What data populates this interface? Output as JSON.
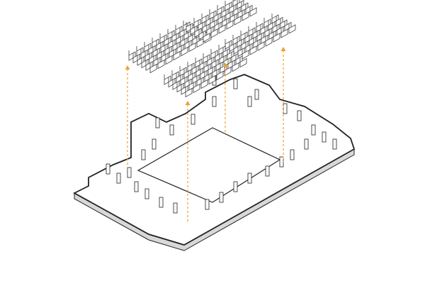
{
  "diagram": {
    "type": "exploded-axonometric",
    "colors": {
      "line": "#222222",
      "wall_fill": "#ffffff",
      "shadow": "#bdbdbd",
      "arrow": "#f0a030"
    },
    "seat_clusters": 4,
    "arrows": 4
  }
}
